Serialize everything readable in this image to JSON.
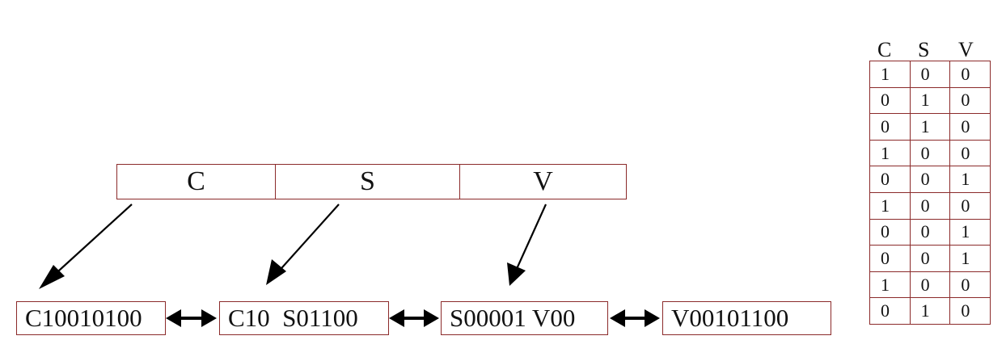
{
  "header": {
    "c": "C",
    "s": "S",
    "v": "V"
  },
  "segments": [
    "C10010100",
    "C10  S01100",
    "S00001 V00",
    "V00101100"
  ],
  "table": {
    "columns": [
      "C",
      "S",
      "V"
    ],
    "rows": [
      [
        "1",
        "0",
        "0"
      ],
      [
        "0",
        "1",
        "0"
      ],
      [
        "0",
        "1",
        "0"
      ],
      [
        "1",
        "0",
        "0"
      ],
      [
        "0",
        "0",
        "1"
      ],
      [
        "1",
        "0",
        "0"
      ],
      [
        "0",
        "0",
        "1"
      ],
      [
        "0",
        "0",
        "1"
      ],
      [
        "1",
        "0",
        "0"
      ],
      [
        "0",
        "1",
        "0"
      ]
    ]
  }
}
